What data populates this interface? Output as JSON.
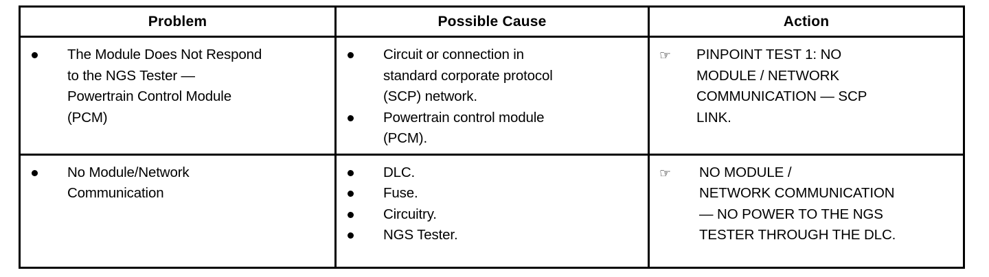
{
  "table": {
    "headers": [
      {
        "label": "Problem"
      },
      {
        "label": "Possible Cause"
      },
      {
        "label": "Action"
      }
    ],
    "rows": [
      {
        "problem": {
          "bullets": [
            "The Module Does Not Respond\nto the NGS Tester —\nPowertrain Control Module\n(PCM)"
          ]
        },
        "cause": {
          "bullets": [
            "Circuit or connection in\nstandard corporate protocol\n(SCP) network.",
            "Powertrain control module\n(PCM)."
          ]
        },
        "action": {
          "icon": "pointing-hand-icon",
          "glyph": "☞",
          "text": "PINPOINT TEST 1: NO\nMODULE / NETWORK\nCOMMUNICATION — SCP\nLINK."
        }
      },
      {
        "problem": {
          "bullets": [
            "No Module/Network\nCommunication"
          ]
        },
        "cause": {
          "bullets": [
            "DLC.",
            "Fuse.",
            "Circuitry.",
            "NGS Tester."
          ]
        },
        "action": {
          "icon": "pointing-hand-icon",
          "glyph": "☞",
          "text": "NO MODULE /\nNETWORK COMMUNICATION\n— NO POWER TO THE NGS\nTESTER THROUGH THE DLC."
        }
      }
    ]
  },
  "colors": {
    "ink": "#000000",
    "paper": "#ffffff"
  }
}
